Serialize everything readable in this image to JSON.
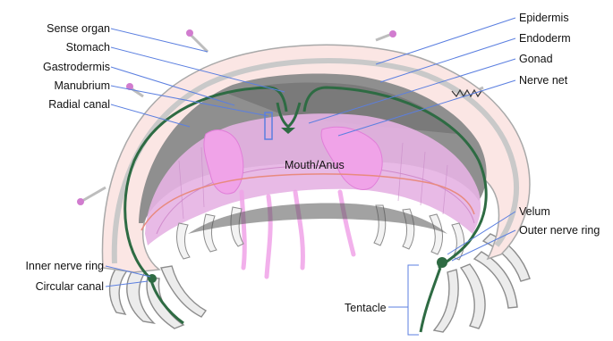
{
  "labels": {
    "sense_organ": "Sense organ",
    "stomach": "Stomach",
    "gastrodermis": "Gastrodermis",
    "manubrium": "Manubrium",
    "radial_canal": "Radial canal",
    "epidermis": "Epidermis",
    "endoderm": "Endoderm",
    "gonad": "Gonad",
    "nerve_net": "Nerve net",
    "mouth_anus": "Mouth/Anus",
    "velum": "Velum",
    "outer_nerve_ring": "Outer nerve ring",
    "inner_nerve_ring": "Inner nerve ring",
    "circular_canal": "Circular canal",
    "tentacle": "Tentacle"
  },
  "colors": {
    "bell_fill": "#fbe6e4",
    "bell_outline": "#a9a9a9",
    "green_canal": "#2e6b43",
    "gonad_pink": "#f0a3e8",
    "subumbrella_purple": "#d59ad8",
    "stomach_grey": "#8f8f8f",
    "leader_blue": "#5b7fe0",
    "circular_red": "#e88a7f",
    "tentacle_fill": "#ececec"
  }
}
